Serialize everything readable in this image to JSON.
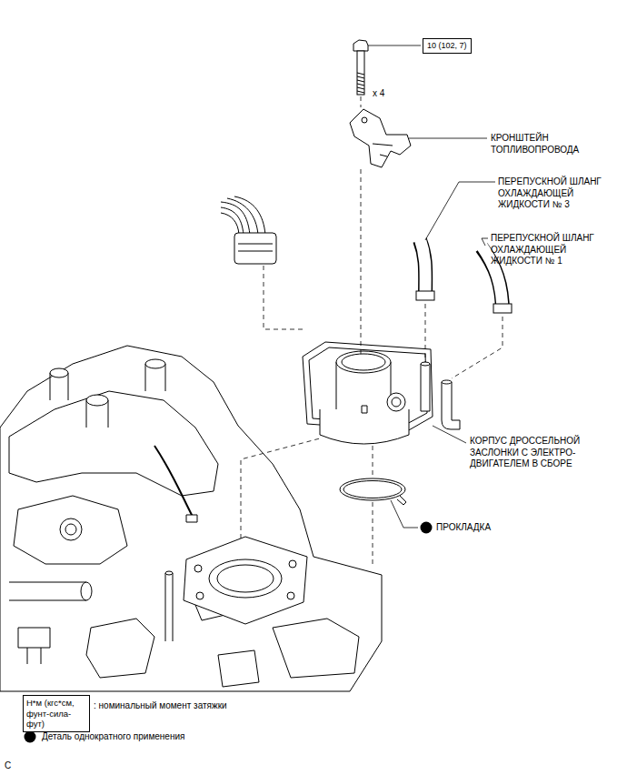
{
  "diagram": {
    "nodes": [
      {
        "text": [
          "10 (102, 7)"
        ]
      },
      {
        "text": [
          "Н*м (кгс*см, фунт-сила-фут)"
        ]
      }
    ],
    "labels": [
      "x 4",
      "КРОНШТЕЙН ТОПЛИВОПРОВОДА",
      "ПЕРЕПУСКНОЙ ШЛАНГ ОХЛАЖДАЮЩЕЙ ЖИДКОСТИ № 3",
      "ПЕРЕПУСКНОЙ ШЛАНГ ОХЛАЖДАЮЩЕЙ ЖИДКОСТИ № 1",
      "КОРПУС ДРОССЕЛЬНОЙ ЗАСЛОНКИ С ЭЛЕКТРО- ДВИГАТЕЛЕМ В СБОРЕ",
      "ПРОКЛАДКА",
      "C"
    ],
    "legend": [
      {
        "text": ": номинальный момент затяжки"
      },
      {
        "text": "Деталь однократного применения"
      }
    ]
  }
}
